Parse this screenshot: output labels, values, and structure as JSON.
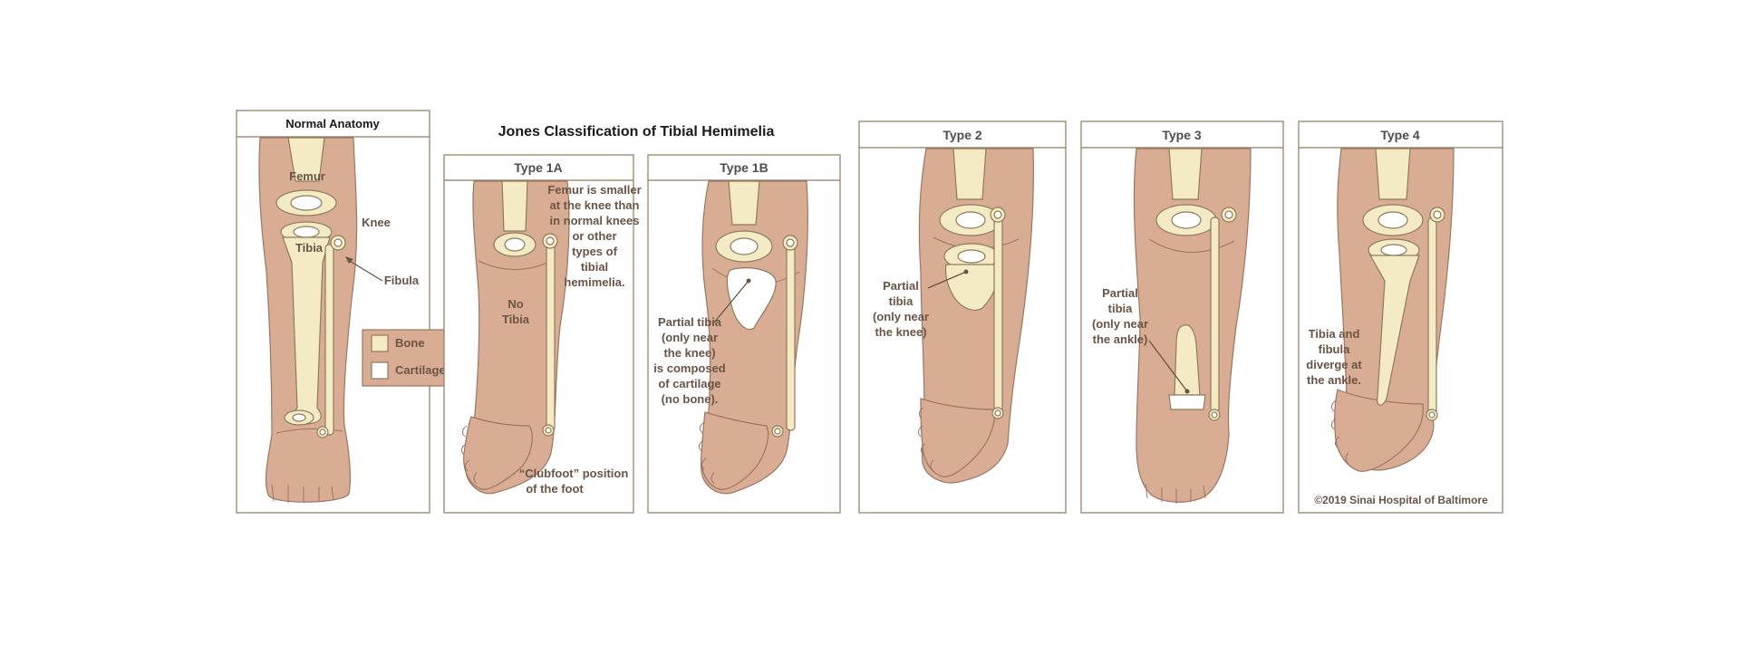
{
  "main_title": "Jones Classification of Tibial Hemimelia",
  "copyright": "©2019 Sinai Hospital of Baltimore",
  "panels": {
    "normal": {
      "title": "Normal Anatomy",
      "labels": {
        "femur": "Femur",
        "knee": "Knee",
        "tibia": "Tibia",
        "fibula": "Fibula"
      },
      "legend": {
        "bone": "Bone",
        "cartilage": "Cartilage"
      }
    },
    "type1a": {
      "title": "Type 1A",
      "note": [
        "Femur is smaller",
        "at the knee than",
        "in normal knees",
        "or other",
        "types of",
        "tibial",
        "hemimelia."
      ],
      "no_tibia": [
        "No",
        "Tibia"
      ],
      "clubfoot": [
        "“Clubfoot” position",
        "of the foot"
      ]
    },
    "type1b": {
      "title": "Type 1B",
      "note": [
        "Partial tibia",
        "(only near",
        "the  knee)",
        "is composed",
        "of cartilage",
        "(no bone)."
      ]
    },
    "type2": {
      "title": "Type 2",
      "note": [
        "Partial",
        "tibia",
        "(only near",
        "the knee)"
      ]
    },
    "type3": {
      "title": "Type 3",
      "note": [
        "Partial",
        "tibia",
        "(only near",
        "the ankle)"
      ]
    },
    "type4": {
      "title": "Type 4",
      "note": [
        "Tibia and",
        "fibula",
        "diverge at",
        "the ankle."
      ]
    }
  }
}
